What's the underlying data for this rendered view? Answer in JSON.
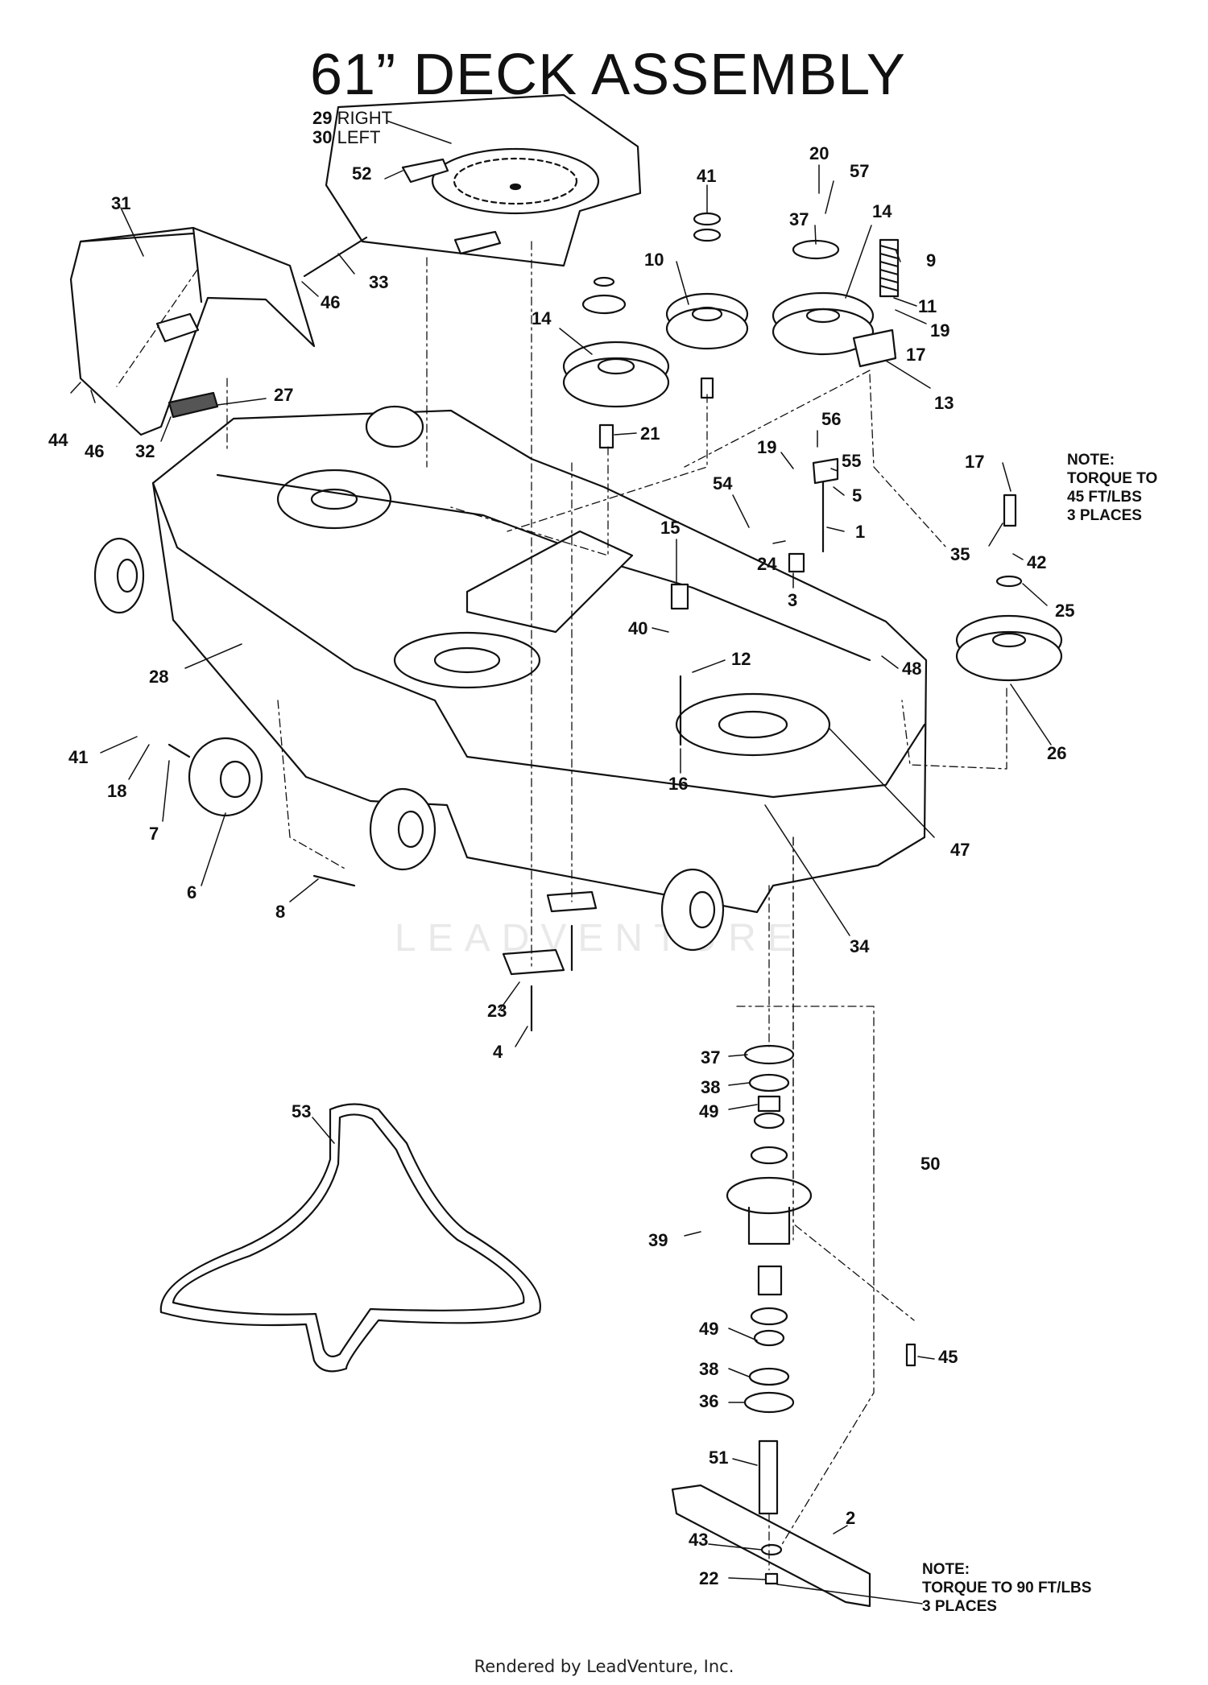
{
  "title": "61” DECK ASSEMBLY",
  "watermark": "LEADVENTURE",
  "credit": "Rendered by LeadVenture, Inc.",
  "part_labels": {
    "p29": "29",
    "p29_text": "RIGHT",
    "p30": "30",
    "p30_text": "LEFT",
    "p52": "52",
    "p31": "31",
    "p33": "33",
    "p46a": "46",
    "p46b": "46",
    "p44": "44",
    "p27": "27",
    "p32": "32",
    "p41a": "41",
    "p41b": "41",
    "p10": "10",
    "p14a": "14",
    "p14b": "14",
    "p37a": "37",
    "p37b": "37",
    "p20": "20",
    "p57": "57",
    "p9": "9",
    "p11": "11",
    "p19a": "19",
    "p19b": "19",
    "p17a": "17",
    "p17b": "17",
    "p13": "13",
    "p21": "21",
    "p56": "56",
    "p55": "55",
    "p5": "5",
    "p54": "54",
    "p1": "1",
    "p15": "15",
    "p24": "24",
    "p3": "3",
    "p35": "35",
    "p42": "42",
    "p25": "25",
    "p40": "40",
    "p12": "12",
    "p48": "48",
    "p26": "26",
    "p28": "28",
    "p16": "16",
    "p47": "47",
    "p18": "18",
    "p7": "7",
    "p6": "6",
    "p8": "8",
    "p34": "34",
    "p23": "23",
    "p4": "4",
    "p38a": "38",
    "p38b": "38",
    "p49a": "49",
    "p49b": "49",
    "p50": "50",
    "p53": "53",
    "p39": "39",
    "p45": "45",
    "p36": "36",
    "p51": "51",
    "p2": "2",
    "p43": "43",
    "p22": "22"
  },
  "notes": {
    "upper": [
      "NOTE:",
      "TORQUE TO",
      "45 FT/LBS",
      "3 PLACES"
    ],
    "lower": [
      "NOTE:",
      "TORQUE TO 90 FT/LBS",
      "3 PLACES"
    ]
  }
}
